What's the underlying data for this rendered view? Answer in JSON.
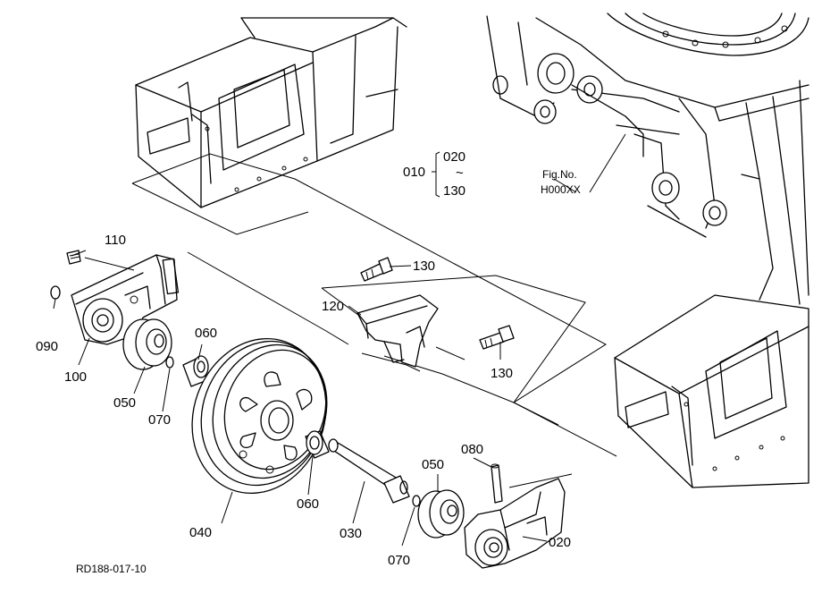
{
  "diagram": {
    "labels": {
      "p010": "010",
      "p020_range": "020",
      "tilde": "~",
      "p130_range": "130",
      "fig_no": "Fig.No.",
      "fig_code": "H000XX",
      "p110": "110",
      "p130_top": "130",
      "p120": "120",
      "p130_bottom": "130",
      "p090": "090",
      "p100": "100",
      "p060_top": "060",
      "p050_left": "050",
      "p070_left": "070",
      "p040": "040",
      "p060_bottom": "060",
      "p030": "030",
      "p080": "080",
      "p050_right": "050",
      "p070_right": "070",
      "p020": "020",
      "ref_code": "RD188-017-10"
    }
  }
}
